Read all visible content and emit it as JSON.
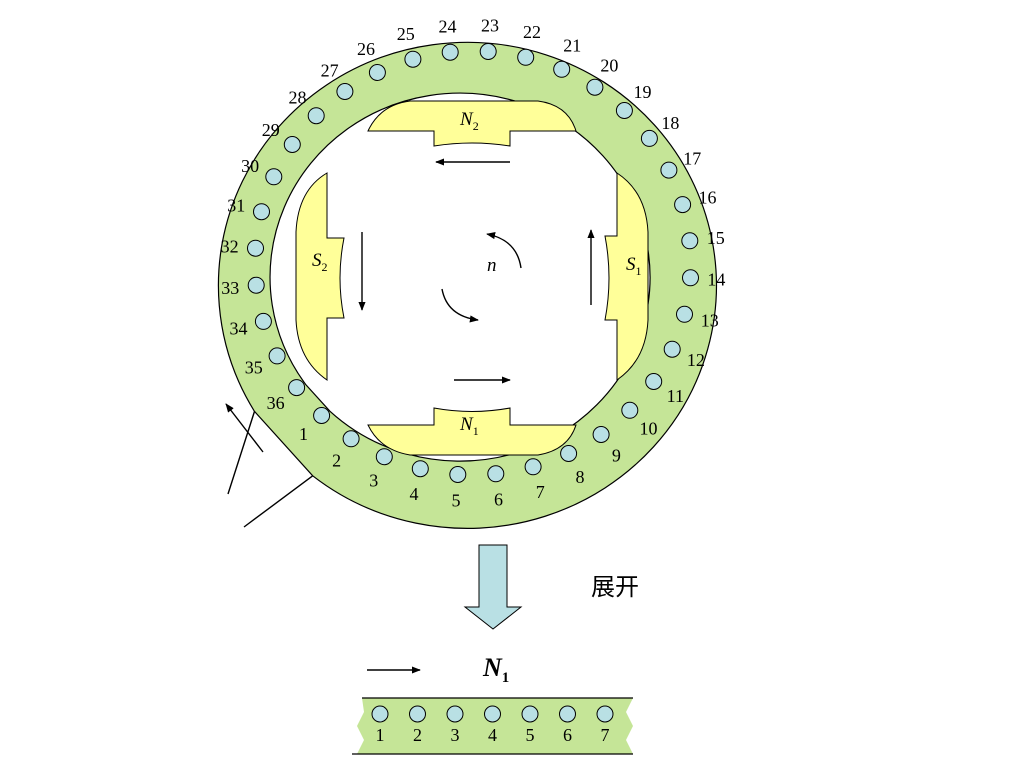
{
  "colors": {
    "stator": "#c5e597",
    "pole": "#ffff99",
    "slot": "#b9e0e4",
    "arrow_fill": "#b9e0e4",
    "line": "#000000",
    "background": "#ffffff"
  },
  "ring_slots": [
    {
      "id": "1",
      "angle": 226
    },
    {
      "id": "2",
      "angle": 236
    },
    {
      "id": "3",
      "angle": 246
    },
    {
      "id": "4",
      "angle": 256
    },
    {
      "id": "5",
      "angle": 266
    },
    {
      "id": "6",
      "angle": 276
    },
    {
      "id": "7",
      "angle": 286
    },
    {
      "id": "8",
      "angle": 296
    },
    {
      "id": "9",
      "angle": 306
    },
    {
      "id": "10",
      "angle": 316
    },
    {
      "id": "11",
      "angle": 326
    },
    {
      "id": "12",
      "angle": 336
    },
    {
      "id": "13",
      "angle": 346
    },
    {
      "id": "14",
      "angle": 356
    },
    {
      "id": "15",
      "angle": 6
    },
    {
      "id": "16",
      "angle": 16
    },
    {
      "id": "17",
      "angle": 26
    },
    {
      "id": "18",
      "angle": 36
    },
    {
      "id": "19",
      "angle": 46
    },
    {
      "id": "20",
      "angle": 56
    },
    {
      "id": "21",
      "angle": 66
    },
    {
      "id": "22",
      "angle": 76
    },
    {
      "id": "23",
      "angle": 86
    },
    {
      "id": "24",
      "angle": 96
    },
    {
      "id": "25",
      "angle": 106
    },
    {
      "id": "26",
      "angle": 116
    },
    {
      "id": "27",
      "angle": 126
    },
    {
      "id": "28",
      "angle": 136
    },
    {
      "id": "29",
      "angle": 146
    },
    {
      "id": "30",
      "angle": 156
    },
    {
      "id": "31",
      "angle": 166
    },
    {
      "id": "32",
      "angle": 176
    },
    {
      "id": "33",
      "angle": 186
    },
    {
      "id": "34",
      "angle": 196
    },
    {
      "id": "35",
      "angle": 206
    },
    {
      "id": "36",
      "angle": 216
    }
  ],
  "poles": {
    "top": {
      "letter": "N",
      "sub": "2"
    },
    "bottom": {
      "letter": "N",
      "sub": "1"
    },
    "left": {
      "letter": "S",
      "sub": "2"
    },
    "right": {
      "letter": "S",
      "sub": "1"
    }
  },
  "rotation_label": "n",
  "unfold_label": "展开",
  "unfolded": {
    "pole_letter": "N",
    "pole_sub": "1",
    "slots": [
      "1",
      "2",
      "3",
      "4",
      "5",
      "6",
      "7"
    ]
  }
}
